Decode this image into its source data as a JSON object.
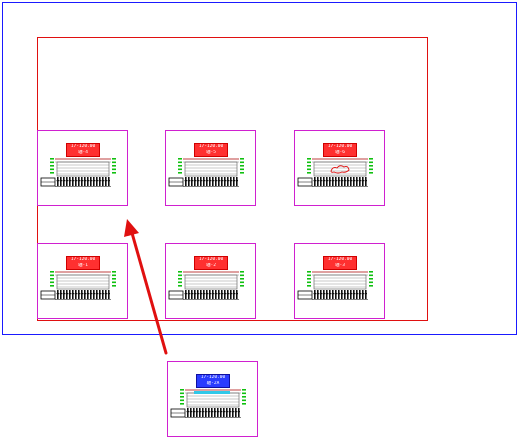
{
  "colors": {
    "outer_frame": "#1a1aff",
    "inner_frame": "#e01010",
    "sheet_border": "#d020d0",
    "title_red": "#ff3030",
    "title_blue": "#2a3cff",
    "arrow": "#e01010",
    "green_marks": "#10c010"
  },
  "sheets": [
    {
      "id": "sheet-top-left",
      "title_line1": "17-120.00",
      "title_line2": "轴-4",
      "title_color": "red",
      "highlight": "none"
    },
    {
      "id": "sheet-top-middle",
      "title_line1": "17-120.00",
      "title_line2": "轴-5",
      "title_color": "red",
      "highlight": "none"
    },
    {
      "id": "sheet-top-right",
      "title_line1": "17-120.00",
      "title_line2": "轴-6",
      "title_color": "red",
      "highlight": "cloud"
    },
    {
      "id": "sheet-bottom-left",
      "title_line1": "17-120.00",
      "title_line2": "轴-1",
      "title_color": "red",
      "highlight": "none"
    },
    {
      "id": "sheet-bottom-middle",
      "title_line1": "17-120.00",
      "title_line2": "轴-2",
      "title_color": "red",
      "highlight": "none"
    },
    {
      "id": "sheet-bottom-right",
      "title_line1": "17-120.00",
      "title_line2": "轴-3",
      "title_color": "red",
      "highlight": "none"
    },
    {
      "id": "sheet-outside",
      "title_line1": "17-120.00",
      "title_line2": "轴-2A",
      "title_color": "blue",
      "highlight": "cyan-strip"
    }
  ]
}
